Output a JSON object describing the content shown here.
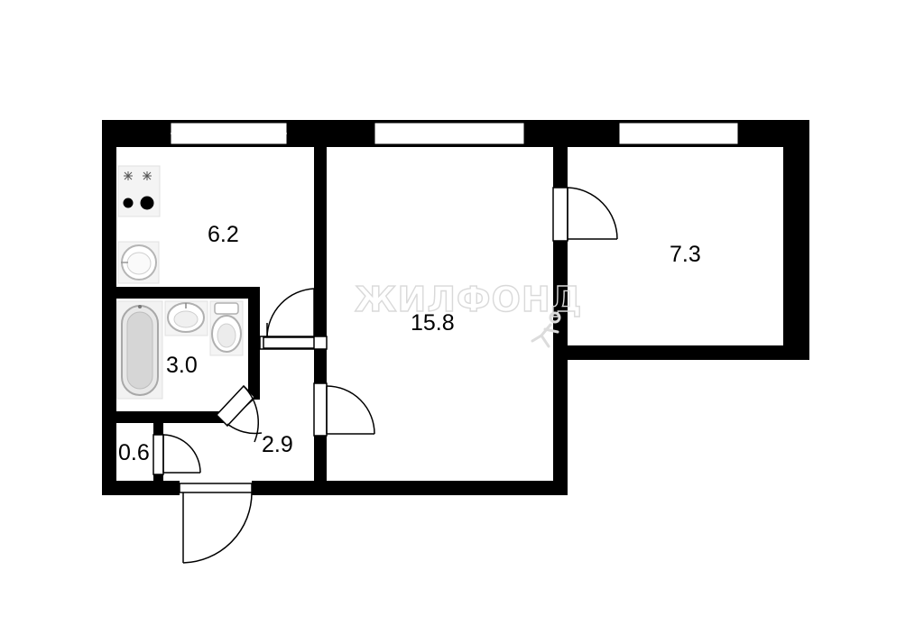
{
  "watermark": {
    "text": "ЖИЛФОНД"
  },
  "rooms": [
    {
      "id": "kitchen",
      "area": "6.2"
    },
    {
      "id": "living",
      "area": "15.8"
    },
    {
      "id": "bedroom",
      "area": "7.3"
    },
    {
      "id": "bathroom",
      "area": "3.0"
    },
    {
      "id": "hall",
      "area": "2.9"
    },
    {
      "id": "closet",
      "area": "0.6"
    }
  ],
  "icons": [
    "stove-icon",
    "sink-icon",
    "bathtub-icon",
    "washbasin-icon",
    "toilet-icon",
    "door-swing-icon"
  ],
  "colors": {
    "wall": "#000000",
    "window": "#ffffff",
    "background": "#ffffff"
  }
}
